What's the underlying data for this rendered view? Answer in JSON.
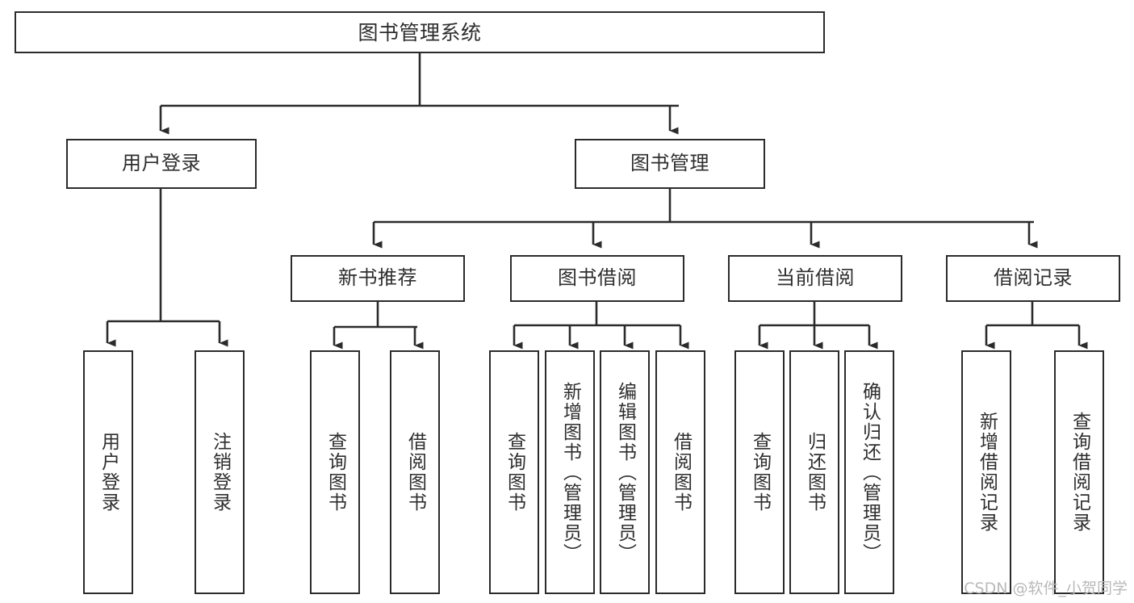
{
  "diagram": {
    "title": "图书管理系统",
    "watermark": "CSDN @软件_小贺同学",
    "colors": {
      "background": "#ffffff",
      "box_border": "#2b2b2b",
      "box_fill": "#ffffff",
      "text": "#2e2e2e",
      "connector": "#2b2b2b",
      "watermark": "#b9b9b9"
    },
    "root": {
      "label": "图书管理系统"
    },
    "branches": [
      {
        "id": "user-login",
        "label": "用户登录",
        "children": [
          {
            "id": "user-login-do",
            "label": "用户登录"
          },
          {
            "id": "user-logout",
            "label": "注销登录"
          }
        ]
      },
      {
        "id": "book-management",
        "label": "图书管理",
        "children": [
          {
            "id": "new-book-recommend",
            "label": "新书推荐",
            "children": [
              {
                "id": "nbr-query-book",
                "label": "查询图书"
              },
              {
                "id": "nbr-borrow-book",
                "label": "借阅图书"
              }
            ]
          },
          {
            "id": "book-borrow",
            "label": "图书借阅",
            "children": [
              {
                "id": "bb-query-book",
                "label": "查询图书"
              },
              {
                "id": "bb-add-book",
                "label": "新增图书（管理员）"
              },
              {
                "id": "bb-edit-book",
                "label": "编辑图书（管理员）"
              },
              {
                "id": "bb-borrow-book",
                "label": "借阅图书"
              }
            ]
          },
          {
            "id": "current-borrow",
            "label": "当前借阅",
            "children": [
              {
                "id": "cb-query-book",
                "label": "查询图书"
              },
              {
                "id": "cb-return-book",
                "label": "归还图书"
              },
              {
                "id": "cb-confirm-return",
                "label": "确认归还（管理员）"
              }
            ]
          },
          {
            "id": "borrow-record",
            "label": "借阅记录",
            "children": [
              {
                "id": "br-add-record",
                "label": "新增借阅记录"
              },
              {
                "id": "br-query-record",
                "label": "查询借阅记录"
              }
            ]
          }
        ]
      }
    ]
  }
}
